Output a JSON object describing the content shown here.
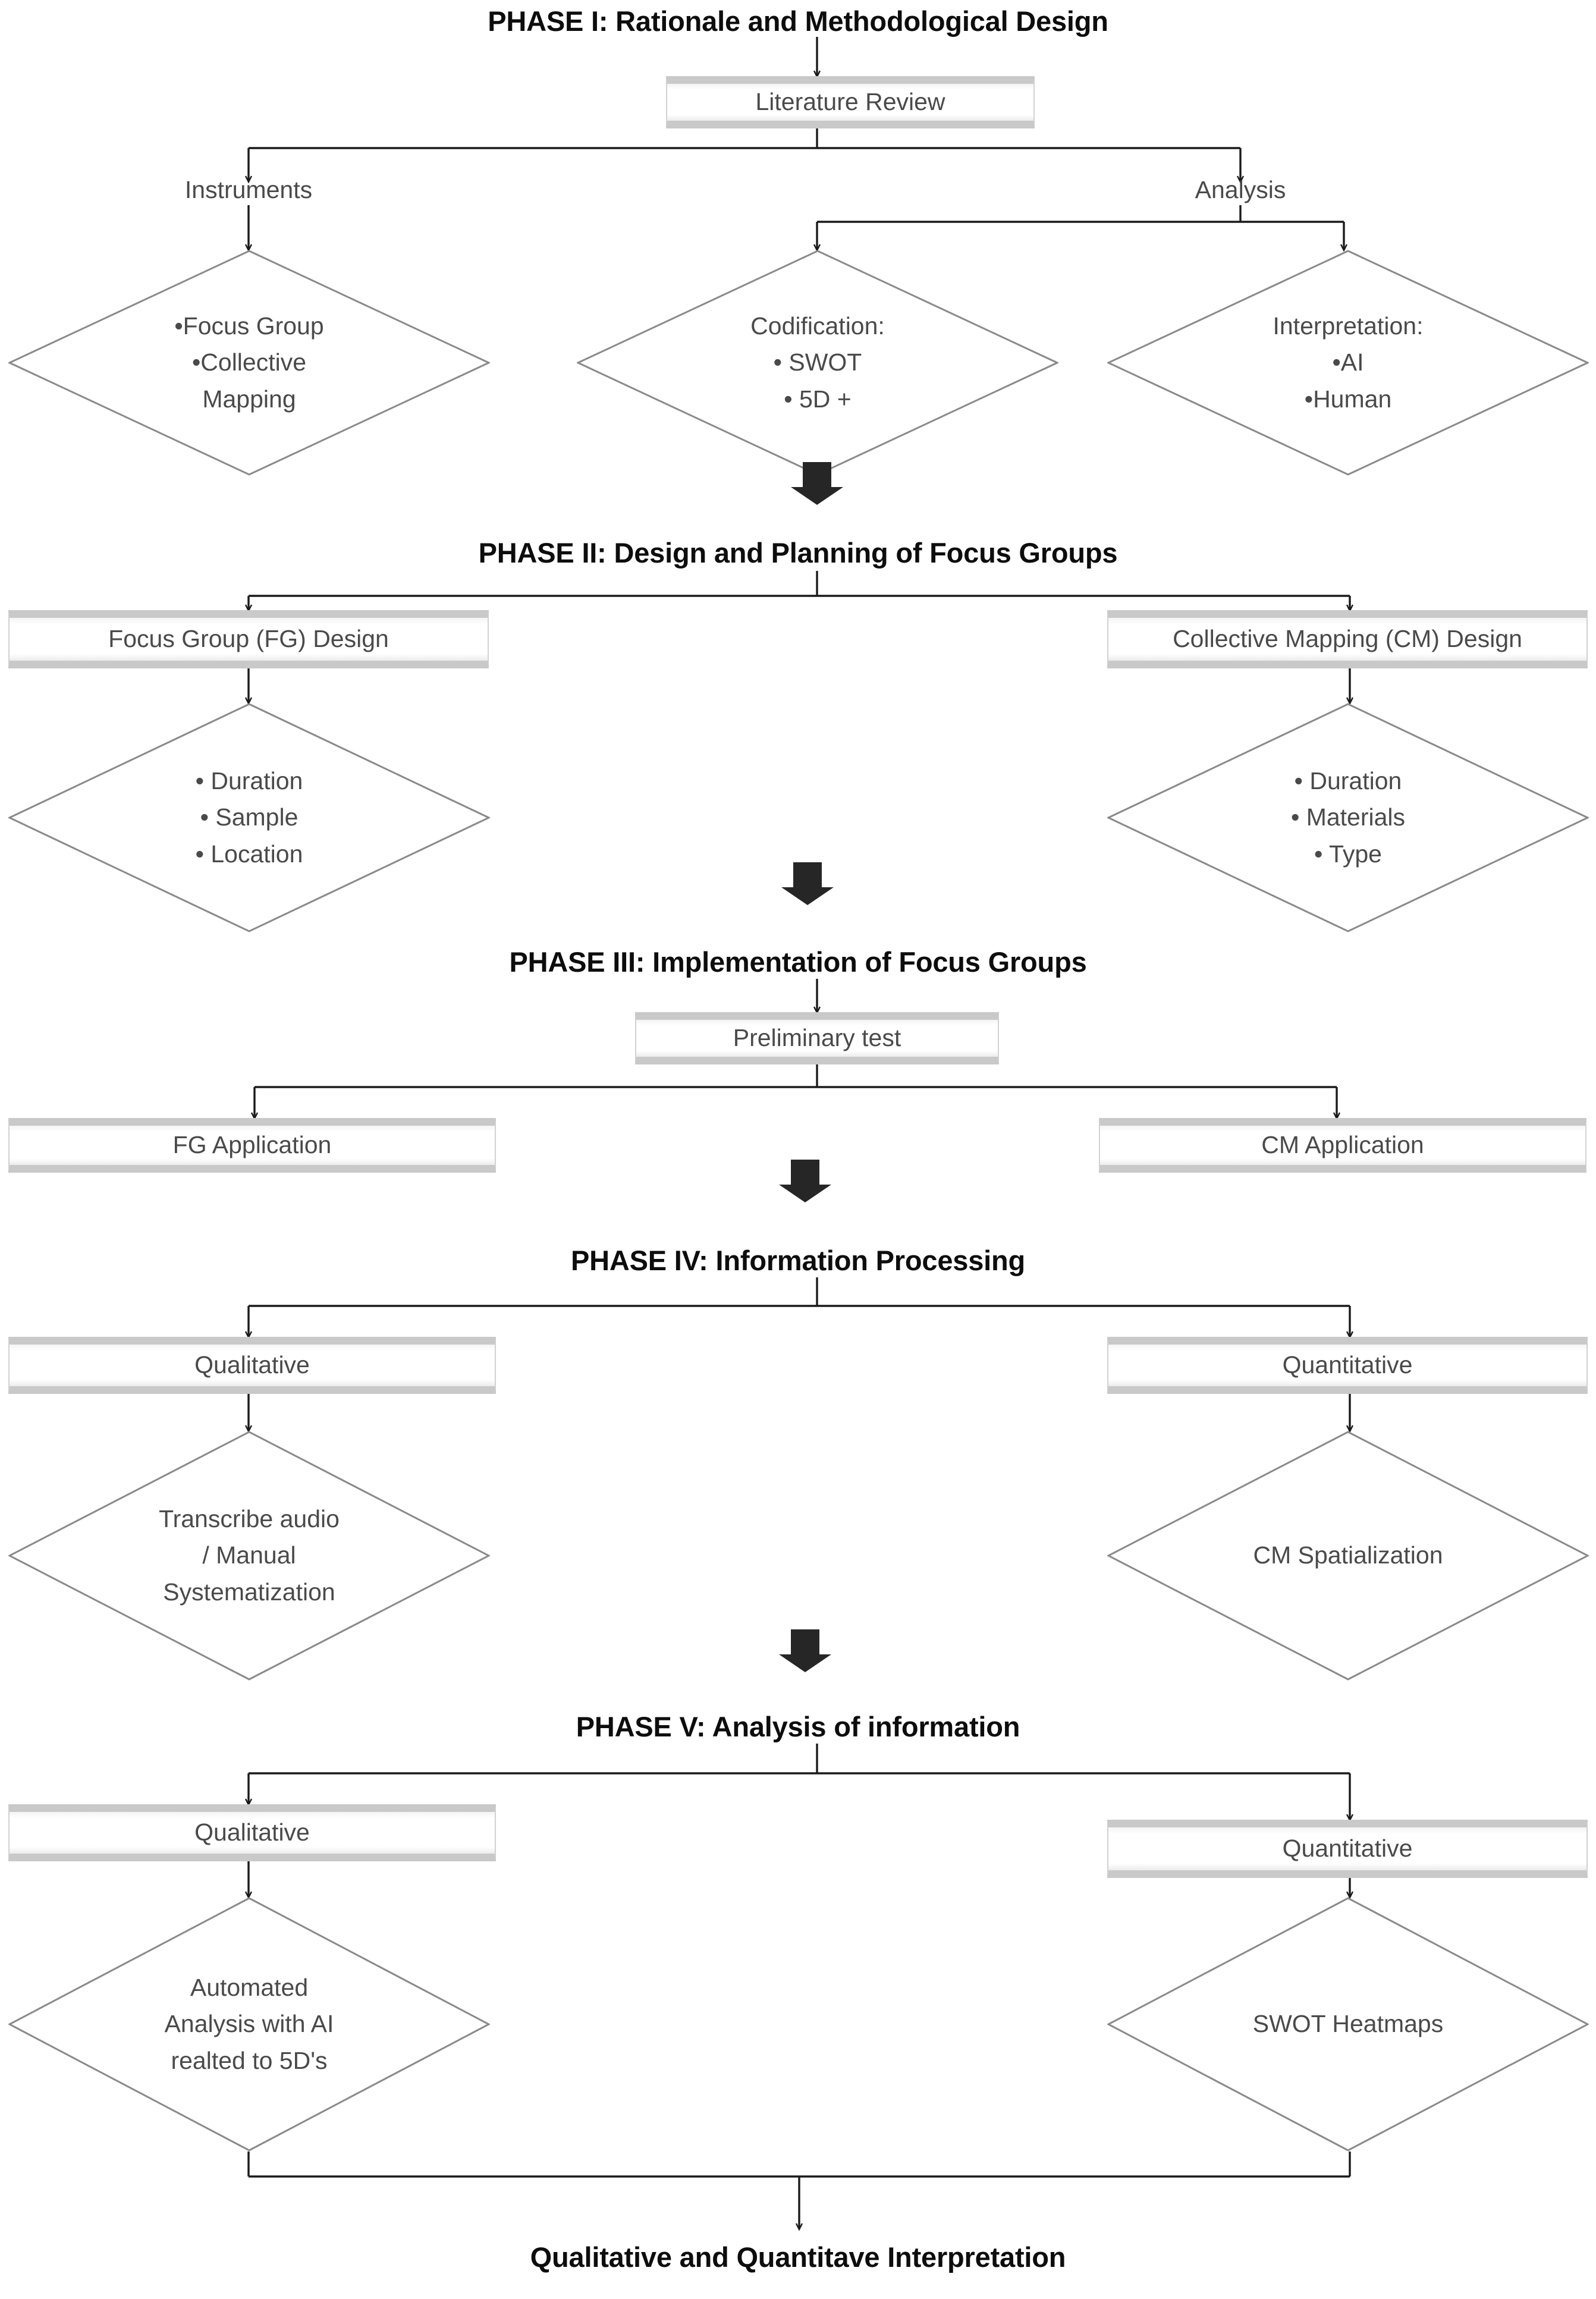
{
  "diagram": {
    "title": "Research Methodology Flowchart",
    "colors": {
      "node_border": "#d2d2d2",
      "node_bevel": "#c9c9c9",
      "node_text": "#4a4a4a",
      "heading_text": "#0d0d0d",
      "connector": "#1a1a1a",
      "diamond_stroke": "#8a8a8a",
      "block_arrow": "#262626"
    },
    "phases": [
      {
        "id": "phase-1",
        "heading": "PHASE I: Rationale and Methodological Design",
        "nodes": {
          "literature_review": "Literature Review",
          "edge_label_left": "Instruments",
          "edge_label_right": "Analysis",
          "instruments_diamond": "•Focus Group\n•Collective\nMapping",
          "codification_diamond": "Codification:\n• SWOT\n• 5D +",
          "interpretation_diamond": "Interpretation:\n•AI\n•Human"
        }
      },
      {
        "id": "phase-2",
        "heading": "PHASE II: Design and Planning of Focus Groups",
        "nodes": {
          "fg_design": "Focus Group (FG) Design",
          "cm_design": "Collective Mapping (CM) Design",
          "fg_diamond": "• Duration\n• Sample\n• Location",
          "cm_diamond": "• Duration\n• Materials\n• Type"
        }
      },
      {
        "id": "phase-3",
        "heading": "PHASE III: Implementation of Focus Groups",
        "nodes": {
          "preliminary_test": "Preliminary test",
          "fg_application": "FG Application",
          "cm_application": "CM Application"
        }
      },
      {
        "id": "phase-4",
        "heading": "PHASE IV: Information Processing",
        "nodes": {
          "qualitative": "Qualitative",
          "quantitative": "Quantitative",
          "qualitative_diamond": "Transcribe audio\n/ Manual\nSystematization",
          "quantitative_diamond": "CM Spatialization"
        }
      },
      {
        "id": "phase-5",
        "heading": "PHASE V: Analysis of information",
        "nodes": {
          "qualitative": "Qualitative",
          "quantitative": "Quantitative",
          "qualitative_diamond": "Automated\nAnalysis with AI\nrealted to 5D's",
          "quantitative_diamond": "SWOT Heatmaps"
        }
      }
    ],
    "conclusion": "Qualitative and Quantitave Interpretation"
  }
}
